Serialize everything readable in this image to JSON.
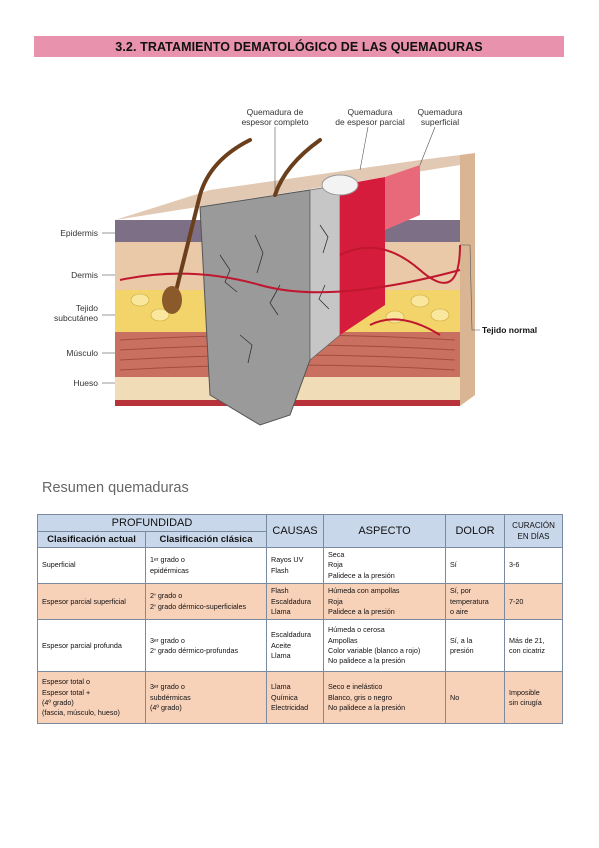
{
  "header": {
    "title": "3.2. TRATAMIENTO DEMATOLÓGICO DE LAS QUEMADURAS"
  },
  "figure": {
    "top_labels": {
      "full_thickness_1": "Quemadura de",
      "full_thickness_2": "espesor completo",
      "partial_thickness_1": "Quemadura",
      "partial_thickness_2": "de espesor parcial",
      "superficial_1": "Quemadura",
      "superficial_2": "superficial"
    },
    "side_labels": {
      "epidermis": "Epidermis",
      "dermis": "Dermis",
      "subcutaneous_1": "Tejido",
      "subcutaneous_2": "subcutáneo",
      "muscle": "Músculo",
      "bone": "Hueso"
    },
    "normal_tissue": "Tejido normal",
    "colors": {
      "full_thickness": "#9a9a9a",
      "partial_thickness": "#d61c3c",
      "superficial": "#e86a7a",
      "fat": "#f2d46a",
      "dermis": "#e9c9a8",
      "muscle": "#c97060"
    }
  },
  "summary": {
    "heading": "Resumen quemaduras",
    "headers": {
      "profundidad": "PROFUNDIDAD",
      "clasificacion_actual": "Clasificación actual",
      "clasificacion_clasica": "Clasificación clásica",
      "causas": "CAUSAS",
      "aspecto": "ASPECTO",
      "dolor": "DOLOR",
      "curacion_1": "CURACIÓN",
      "curacion_2": "EN DÍAS"
    },
    "rows": [
      {
        "actual": [
          "Superficial"
        ],
        "clasica": [
          {
            "num": "1",
            "sup": "er",
            "rest": " grado o"
          },
          {
            "text": "epidérmicas"
          }
        ],
        "causas": [
          "Rayos UV",
          "Flash"
        ],
        "aspecto": [
          "Seca",
          "Roja",
          "Palidece a la presión"
        ],
        "dolor": [
          "Sí"
        ],
        "curacion": [
          "3-6"
        ]
      },
      {
        "actual": [
          "Espesor parcial superficial"
        ],
        "clasica": [
          {
            "num": "2",
            "sup": "º",
            "rest": " grado o"
          },
          {
            "num": "2",
            "sup": "º",
            "rest": " grado dérmico-superficiales"
          }
        ],
        "causas": [
          "Flash",
          "Escaldadura",
          "Llama"
        ],
        "aspecto": [
          "Húmeda con ampollas",
          "Roja",
          "Palidece a la presión"
        ],
        "dolor": [
          "Sí, por",
          "temperatura",
          "o aire"
        ],
        "curacion": [
          "7-20"
        ]
      },
      {
        "actual": [
          "Espesor parcial profunda"
        ],
        "clasica": [
          {
            "num": "3",
            "sup": "er",
            "rest": " grado o"
          },
          {
            "num": "2",
            "sup": "º",
            "rest": " grado dérmico-profundas"
          }
        ],
        "causas": [
          "Escaldadura",
          "Aceite",
          "Llama"
        ],
        "aspecto": [
          "Húmeda o cerosa",
          "Ampollas",
          "Color variable (blanco a rojo)",
          "No palidece a la presión"
        ],
        "dolor": [
          "Sí, a la",
          "presión"
        ],
        "curacion": [
          "Más de 21,",
          "con cicatriz"
        ]
      },
      {
        "actual": [
          "Espesor total o",
          "Espesor total +",
          "(4º grado)",
          "(fascia, músculo, hueso)"
        ],
        "clasica": [
          {
            "num": "3",
            "sup": "er",
            "rest": " grado o"
          },
          {
            "text": "subdérmicas"
          },
          {
            "text": "(4º grado)"
          }
        ],
        "causas": [
          "Llama",
          "Química",
          "Electricidad"
        ],
        "aspecto": [
          "Seco e inelástico",
          "Blanco, gris o negro",
          "No palidece a la presión"
        ],
        "dolor": [
          "No"
        ],
        "curacion": [
          "Imposible",
          "sin cirugía"
        ]
      }
    ]
  }
}
